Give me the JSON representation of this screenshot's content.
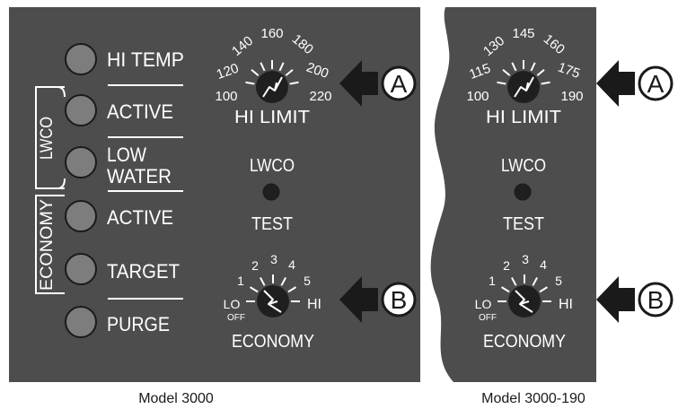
{
  "colors": {
    "panel": "#4d4d4d",
    "led_fill": "#7d7d7d",
    "led_stroke": "#1a1a1a",
    "knob": "#1f1f1f",
    "label": "#ffffff",
    "arrow": "#1a1a1a",
    "caption": "#1a1a1a",
    "background": "#ffffff"
  },
  "panel_left": {
    "caption": "Model 3000",
    "indicators": [
      {
        "id": "hi-temp",
        "lines": [
          "HI TEMP"
        ]
      },
      {
        "id": "lwco-active",
        "lines": [
          "ACTIVE"
        ]
      },
      {
        "id": "low-water",
        "lines": [
          "LOW",
          "WATER"
        ]
      },
      {
        "id": "economy-active",
        "lines": [
          "ACTIVE"
        ]
      },
      {
        "id": "target",
        "lines": [
          "TARGET"
        ]
      },
      {
        "id": "purge",
        "lines": [
          "PURGE"
        ]
      }
    ],
    "group_labels": {
      "lwco": "LWCO",
      "economy": "ECONOMY"
    },
    "hi_limit": {
      "label": "HI LIMIT",
      "scale": [
        "100",
        "120",
        "140",
        "160",
        "180",
        "200",
        "220"
      ]
    },
    "lwco_test": {
      "top": "LWCO",
      "bottom": "TEST"
    },
    "economy": {
      "label": "ECONOMY",
      "scale": [
        "LO",
        "1",
        "2",
        "3",
        "4",
        "5",
        "HI"
      ],
      "off_label": "OFF"
    },
    "callouts": [
      "A",
      "B"
    ]
  },
  "panel_right": {
    "caption": "Model 3000-190",
    "hi_limit": {
      "label": "HI LIMIT",
      "scale": [
        "100",
        "115",
        "130",
        "145",
        "160",
        "175",
        "190"
      ]
    },
    "lwco_test": {
      "top": "LWCO",
      "bottom": "TEST"
    },
    "economy": {
      "label": "ECONOMY",
      "scale": [
        "LO",
        "1",
        "2",
        "3",
        "4",
        "5",
        "HI"
      ],
      "off_label": "OFF"
    },
    "callouts": [
      "A",
      "B"
    ]
  }
}
